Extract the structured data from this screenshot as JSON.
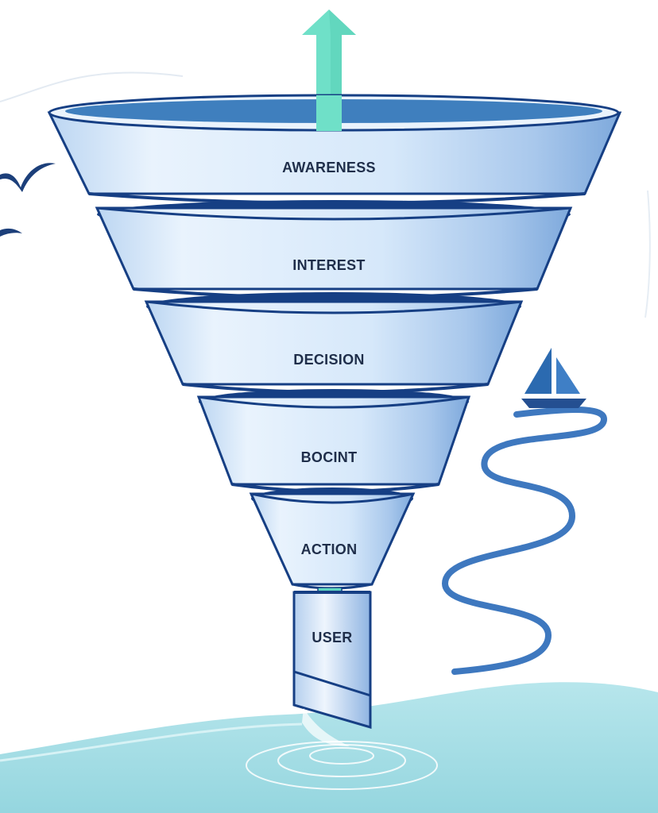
{
  "diagram": {
    "type": "funnel",
    "stages": [
      {
        "label": "AWARENESS"
      },
      {
        "label": "INTEREST"
      },
      {
        "label": "DECISION"
      },
      {
        "label": "BOCINT"
      },
      {
        "label": "ACTION"
      },
      {
        "label": "USER"
      }
    ]
  },
  "colors": {
    "funnel_face": "#dcebfa",
    "funnel_rim": "#163f84",
    "funnel_inner": "#3f7fbe",
    "connector": "#5fd6c0",
    "arrow": "#6fe0c8",
    "water": "#a8dfe6",
    "river": "#3e78bf",
    "sailboat": "#2b6ab0",
    "birds": "#1c3f7a"
  },
  "icons": {
    "top": "up-arrow-icon",
    "decor": [
      "bird-icon",
      "sailboat-icon",
      "river-path",
      "water-ripple"
    ]
  }
}
